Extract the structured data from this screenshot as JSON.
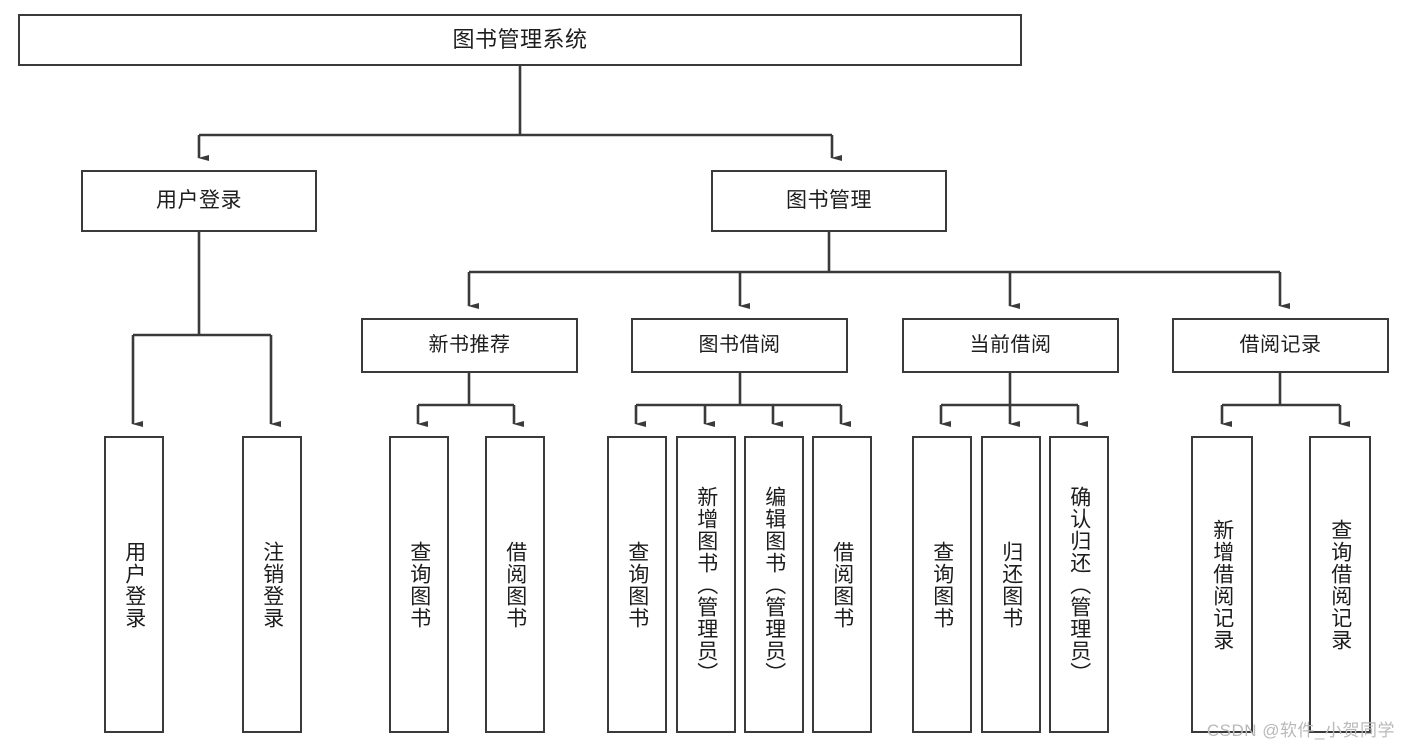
{
  "diagram": {
    "type": "tree-hierarchy",
    "title": "图书管理系统",
    "watermark": "CSDN @软件_小贺同学",
    "colors": {
      "stroke": "#3a3a3a",
      "fill": "#ffffff",
      "text": "#1d1d1d",
      "watermark": "#b9b9b9"
    },
    "nodes": {
      "root": {
        "label": "图书管理系统"
      },
      "level2": [
        {
          "id": "user-login",
          "label": "用户登录"
        },
        {
          "id": "book-management",
          "label": "图书管理"
        }
      ],
      "level3": [
        {
          "id": "new-book-recommend",
          "label": "新书推荐"
        },
        {
          "id": "book-borrow",
          "label": "图书借阅"
        },
        {
          "id": "current-borrow",
          "label": "当前借阅"
        },
        {
          "id": "borrow-record",
          "label": "借阅记录"
        }
      ],
      "leaves": {
        "user-login": [
          {
            "id": "leaf-user-login",
            "label": "用户登录"
          },
          {
            "id": "leaf-user-logout",
            "label": "注销登录"
          }
        ],
        "new-book-recommend": [
          {
            "id": "leaf-query-book-1",
            "label": "查询图书"
          },
          {
            "id": "leaf-borrow-book-1",
            "label": "借阅图书"
          }
        ],
        "book-borrow": [
          {
            "id": "leaf-query-book-2",
            "label": "查询图书"
          },
          {
            "id": "leaf-add-book",
            "label": "新增图书（管理员）"
          },
          {
            "id": "leaf-edit-book",
            "label": "编辑图书（管理员）"
          },
          {
            "id": "leaf-borrow-book-2",
            "label": "借阅图书"
          }
        ],
        "current-borrow": [
          {
            "id": "leaf-query-book-3",
            "label": "查询图书"
          },
          {
            "id": "leaf-return-book",
            "label": "归还图书"
          },
          {
            "id": "leaf-confirm-return",
            "label": "确认归还（管理员）"
          }
        ],
        "borrow-record": [
          {
            "id": "leaf-add-record",
            "label": "新增借阅记录"
          },
          {
            "id": "leaf-query-record",
            "label": "查询借阅记录"
          }
        ]
      }
    }
  }
}
